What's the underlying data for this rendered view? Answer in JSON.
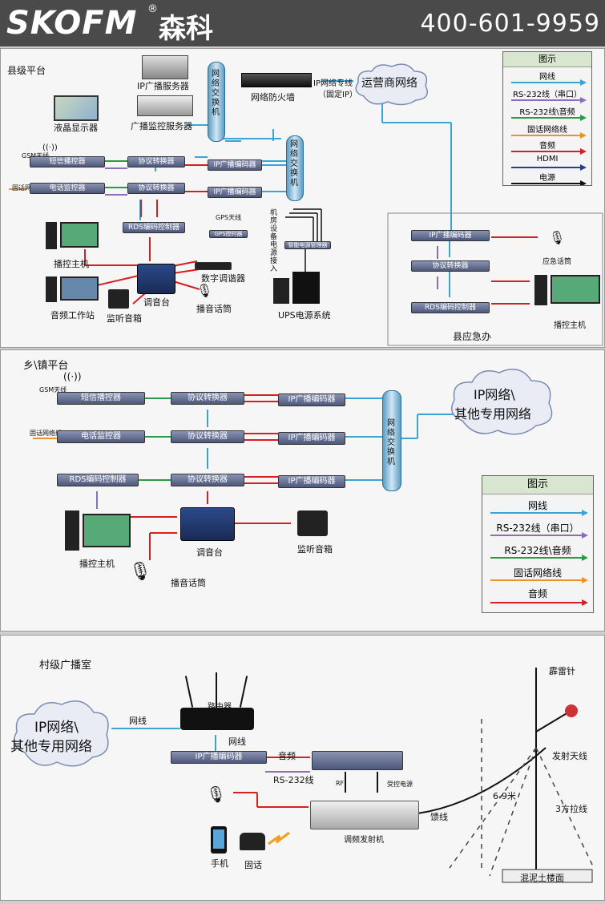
{
  "header": {
    "logo": "SKOFM",
    "reg": "®",
    "brand_cn": "森科",
    "phone": "400-601-9959"
  },
  "county": {
    "title": "县级平台",
    "ip_server": "IP广播服务器",
    "lcd": "液晶显示器",
    "monitor_server": "广播监控服务器",
    "switch": "网络交换机",
    "firewall": "网络防火墙",
    "ip_line": "IP网络专线",
    "fixed_ip": "（固定IP）",
    "operator": "运营商网络",
    "gsm": "GSM天线",
    "sms": "短信播控器",
    "phone_line": "固话网络线",
    "phone_monitor": "电话监控器",
    "proto1": "协议转换器",
    "proto2": "协议转换器",
    "ip_enc1": "IP广播编码器",
    "ip_enc2": "IP广播编码器",
    "rds": "RDS编码控制器",
    "gps_ant": "GPS天线",
    "gps_clock": "GPS授时器",
    "room_power": "机房设备电源接入",
    "power_mgr": "智能电源管理器",
    "host": "播控主机",
    "workstation": "音频工作站",
    "monitor_spk": "监听音箱",
    "mixer": "调音台",
    "demod": "数字调谐器",
    "mic": "播音话筒",
    "ups": "UPS电源系统",
    "emergency": "县应急办",
    "em_ip_enc": "IP广播编码器",
    "em_mic": "应急话筒",
    "em_proto": "协议转换器",
    "em_rds": "RDS编码控制器",
    "em_host": "播控主机"
  },
  "legend1": {
    "title": "图示",
    "items": [
      {
        "label": "网线",
        "color": "#3aa4d6"
      },
      {
        "label": "RS-232线（串口）",
        "color": "#8a6fb8"
      },
      {
        "label": "RS-232线\\音频",
        "color": "#2a9a4a"
      },
      {
        "label": "固话网络线",
        "color": "#e8942a"
      },
      {
        "label": "音频",
        "color": "#d42020"
      },
      {
        "label": "HDMI",
        "color": "#2a3e8a"
      },
      {
        "label": "电源",
        "color": "#111111"
      }
    ]
  },
  "town": {
    "title": "乡\\镇平台",
    "gsm": "GSM天线",
    "sms": "短信播控器",
    "phone_line": "固话网络线",
    "phone_monitor": "电话监控器",
    "rds": "RDS编码控制器",
    "proto1": "协议转换器",
    "proto2": "协议转换器",
    "proto3": "协议转换器",
    "enc1": "IP广播编码器",
    "enc2": "IP广播编码器",
    "enc3": "IP广播编码器",
    "switch": "网络交换机",
    "cloud1": "IP网络\\",
    "cloud2": "其他专用网络",
    "host": "播控主机",
    "mixer": "调音台",
    "monitor_spk": "监听音箱",
    "mic": "播音话筒"
  },
  "legend2": {
    "title": "图示",
    "items": [
      {
        "label": "网线",
        "color": "#3aa4d6"
      },
      {
        "label": "RS-232线（串口）",
        "color": "#8a6fb8"
      },
      {
        "label": "RS-232线\\音频",
        "color": "#2a9a4a"
      },
      {
        "label": "固话网络线",
        "color": "#e8942a"
      },
      {
        "label": "音频",
        "color": "#d42020"
      }
    ]
  },
  "village": {
    "title": "村级广播室",
    "cloud1": "IP网络\\",
    "cloud2": "其他专用网络",
    "wire1": "网线",
    "router": "路由器",
    "wire2": "网线",
    "ip_enc": "IP广播编码器",
    "audio": "音频",
    "rs232": "RS-232线",
    "rf": "RF",
    "ctrl_power": "受控电源",
    "transmitter": "调频发射机",
    "mobile": "手机",
    "landline": "固话",
    "feeder": "馈线",
    "lightning": "霹雷针",
    "antenna": "发射天线",
    "height": "6-9米",
    "guy": "3方拉线",
    "building": "混泥土楼面"
  }
}
